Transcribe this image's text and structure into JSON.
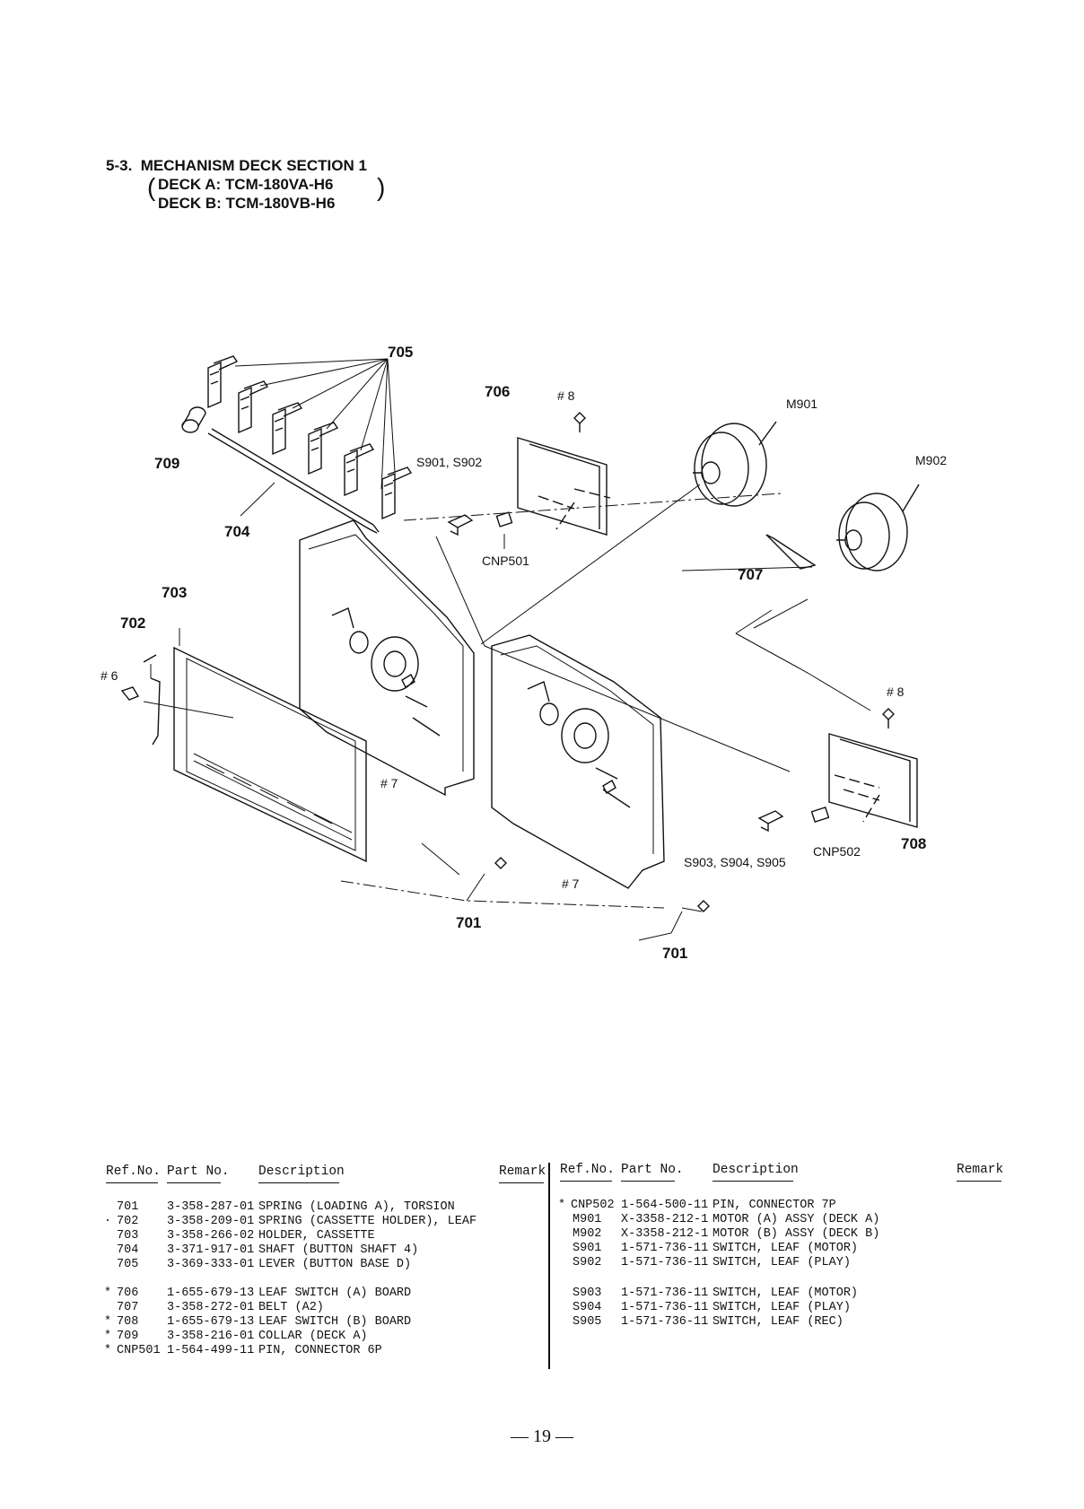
{
  "section": {
    "number": "5-3.",
    "title": "MECHANISM DECK SECTION 1",
    "deck_a": "DECK A: TCM-180VA-H6",
    "deck_b": "DECK B: TCM-180VB-H6"
  },
  "diagram_labels": {
    "l701a": "701",
    "l701b": "701",
    "l702": "702",
    "l703": "703",
    "l704": "704",
    "l705": "705",
    "l706": "706",
    "l707": "707",
    "l708": "708",
    "l709": "709",
    "m901": "M901",
    "m902": "M902",
    "s901": "S901, S902",
    "s903": "S903, S904, S905",
    "cnp501": "CNP501",
    "cnp502": "CNP502",
    "screw6": "# 6",
    "screw7a": "# 7",
    "screw7b": "# 7",
    "screw8a": "# 8",
    "screw8b": "# 8"
  },
  "table": {
    "headers": {
      "ref": "Ref.No.",
      "part": "Part No.",
      "desc": "Description",
      "remark": "Remark"
    },
    "left_rows": [
      {
        "mark": "",
        "ref": "701",
        "part": "3-358-287-01",
        "desc": "SPRING (LOADING A), TORSION"
      },
      {
        "mark": "·",
        "ref": "702",
        "part": "3-358-209-01",
        "desc": "SPRING (CASSETTE HOLDER), LEAF"
      },
      {
        "mark": "",
        "ref": "703",
        "part": "3-358-266-02",
        "desc": "HOLDER, CASSETTE"
      },
      {
        "mark": "",
        "ref": "704",
        "part": "3-371-917-01",
        "desc": "SHAFT (BUTTON SHAFT 4)"
      },
      {
        "mark": "",
        "ref": "705",
        "part": "3-369-333-01",
        "desc": "LEVER (BUTTON BASE D)"
      },
      {
        "mark": "",
        "ref": "",
        "part": "",
        "desc": ""
      },
      {
        "mark": "*",
        "ref": "706",
        "part": "1-655-679-13",
        "desc": "LEAF SWITCH (A) BOARD"
      },
      {
        "mark": "",
        "ref": "707",
        "part": "3-358-272-01",
        "desc": "BELT (A2)"
      },
      {
        "mark": "*",
        "ref": "708",
        "part": "1-655-679-13",
        "desc": "LEAF SWITCH (B) BOARD"
      },
      {
        "mark": "*",
        "ref": "709",
        "part": "3-358-216-01",
        "desc": "COLLAR (DECK A)"
      },
      {
        "mark": "*",
        "ref": "CNP501",
        "part": "1-564-499-11",
        "desc": "PIN, CONNECTOR 6P"
      }
    ],
    "right_rows": [
      {
        "mark": "*",
        "ref": "CNP502",
        "part": "1-564-500-11",
        "desc": "PIN, CONNECTOR 7P"
      },
      {
        "mark": "",
        "ref": "M901",
        "part": "X-3358-212-1",
        "desc": "MOTOR (A) ASSY (DECK A)"
      },
      {
        "mark": "",
        "ref": "M902",
        "part": "X-3358-212-1",
        "desc": "MOTOR (B) ASSY (DECK B)"
      },
      {
        "mark": "",
        "ref": "S901",
        "part": "1-571-736-11",
        "desc": "SWITCH, LEAF (MOTOR)"
      },
      {
        "mark": "",
        "ref": "S902",
        "part": "1-571-736-11",
        "desc": "SWITCH, LEAF (PLAY)"
      },
      {
        "mark": "",
        "ref": "",
        "part": "",
        "desc": ""
      },
      {
        "mark": "",
        "ref": "S903",
        "part": "1-571-736-11",
        "desc": "SWITCH, LEAF (MOTOR)"
      },
      {
        "mark": "",
        "ref": "S904",
        "part": "1-571-736-11",
        "desc": "SWITCH, LEAF (PLAY)"
      },
      {
        "mark": "",
        "ref": "S905",
        "part": "1-571-736-11",
        "desc": "SWITCH, LEAF (REC)"
      }
    ]
  },
  "page_number": "— 19 —"
}
